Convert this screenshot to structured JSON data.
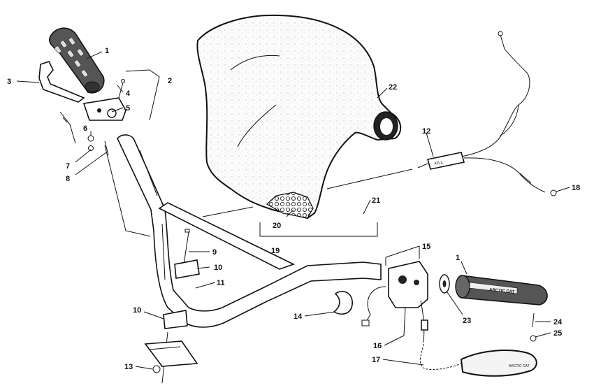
{
  "diagram": {
    "callouts": [
      "1",
      "2",
      "3",
      "4",
      "5",
      "6",
      "7",
      "8",
      "9",
      "10",
      "11",
      "12",
      "13",
      "14",
      "15",
      "16",
      "17",
      "18",
      "19",
      "20",
      "21",
      "22",
      "23",
      "24",
      "25"
    ],
    "lettering": {
      "right_grip_brand": "ARCTIC CAT",
      "tether_tag": "ARCTIC CAT",
      "switch_label": "KILL"
    }
  }
}
